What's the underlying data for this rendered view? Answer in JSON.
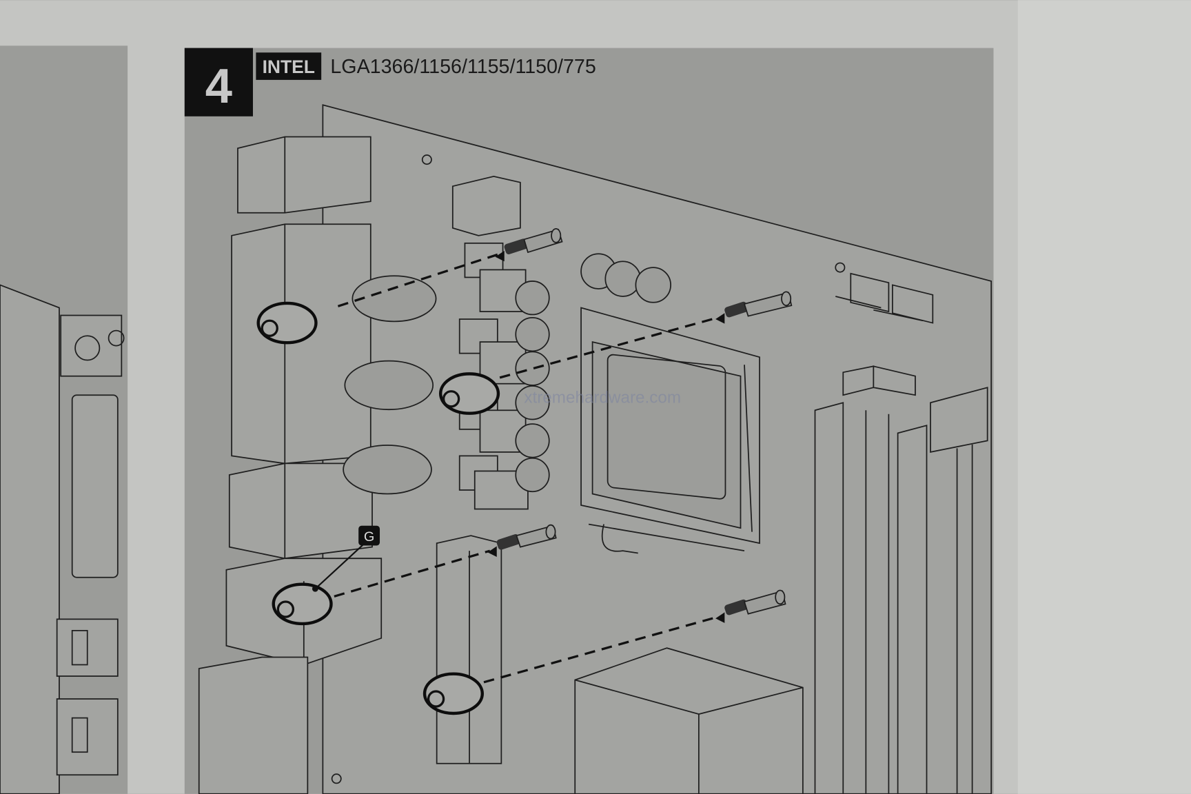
{
  "step": {
    "number": "4",
    "platform": "INTEL",
    "sockets": "LGA1366/1156/1155/1150/775"
  },
  "callout": {
    "label": "G"
  },
  "watermark": "xtremehardware.com",
  "colors": {
    "panel": "#9a9b98",
    "paper": "#c9cac7",
    "ink": "#1a1a1a"
  }
}
